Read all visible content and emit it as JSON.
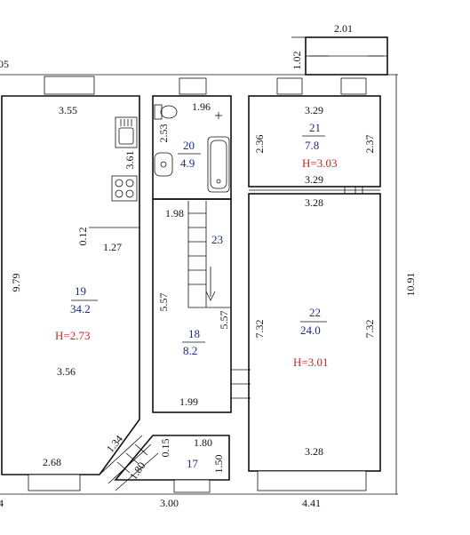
{
  "plan": {
    "colors": {
      "room_number": "#1a2a8c",
      "height_label": "#c62828",
      "line": "#111111"
    },
    "edge_labels": {
      "left_top": "05",
      "left_bottom": "4"
    },
    "rooms": [
      {
        "id": "r19",
        "number": "19",
        "area": "34.2",
        "height": "H=2.73"
      },
      {
        "id": "r20",
        "number": "20",
        "area": "4.9"
      },
      {
        "id": "r21",
        "number": "21",
        "area": "7.8",
        "height": "H=3.03"
      },
      {
        "id": "r22",
        "number": "22",
        "area": "24.0",
        "height": "H=3.01"
      },
      {
        "id": "r18",
        "number": "18",
        "area": "8.2"
      },
      {
        "id": "r23",
        "number": "23"
      },
      {
        "id": "r17",
        "number": "17"
      }
    ],
    "dimensions": {
      "top_ext": "2.01",
      "top_ext_left": "1.02",
      "r19_top": "3.55",
      "r19_right": "3.61",
      "r19_height": "9.79",
      "r19_bottom": "3.56",
      "r19_notch": "0.12",
      "r19_notch_w": "1.27",
      "r19_bottom_w": "2.68",
      "r19_diag": "1.34",
      "r20_top": "1.96",
      "r20_side": "2.53",
      "stair_top": "1.98",
      "r18_left": "5.57",
      "r18_right": "5.57",
      "r18_bottom": "1.99",
      "r21_top": "3.29",
      "r21_left": "2.36",
      "r21_right": "2.37",
      "r21_bottom": "3.29",
      "r22_top": "3.28",
      "r22_left": "7.32",
      "r22_right": "7.32",
      "r22_bottom": "3.28",
      "right_total": "10.91",
      "r17_left": "0.15",
      "r17_top": "1.80",
      "r17_right": "1.50",
      "r17_diag": "1.80",
      "bottom_mid": "3.00",
      "bottom_right": "4.41"
    }
  }
}
